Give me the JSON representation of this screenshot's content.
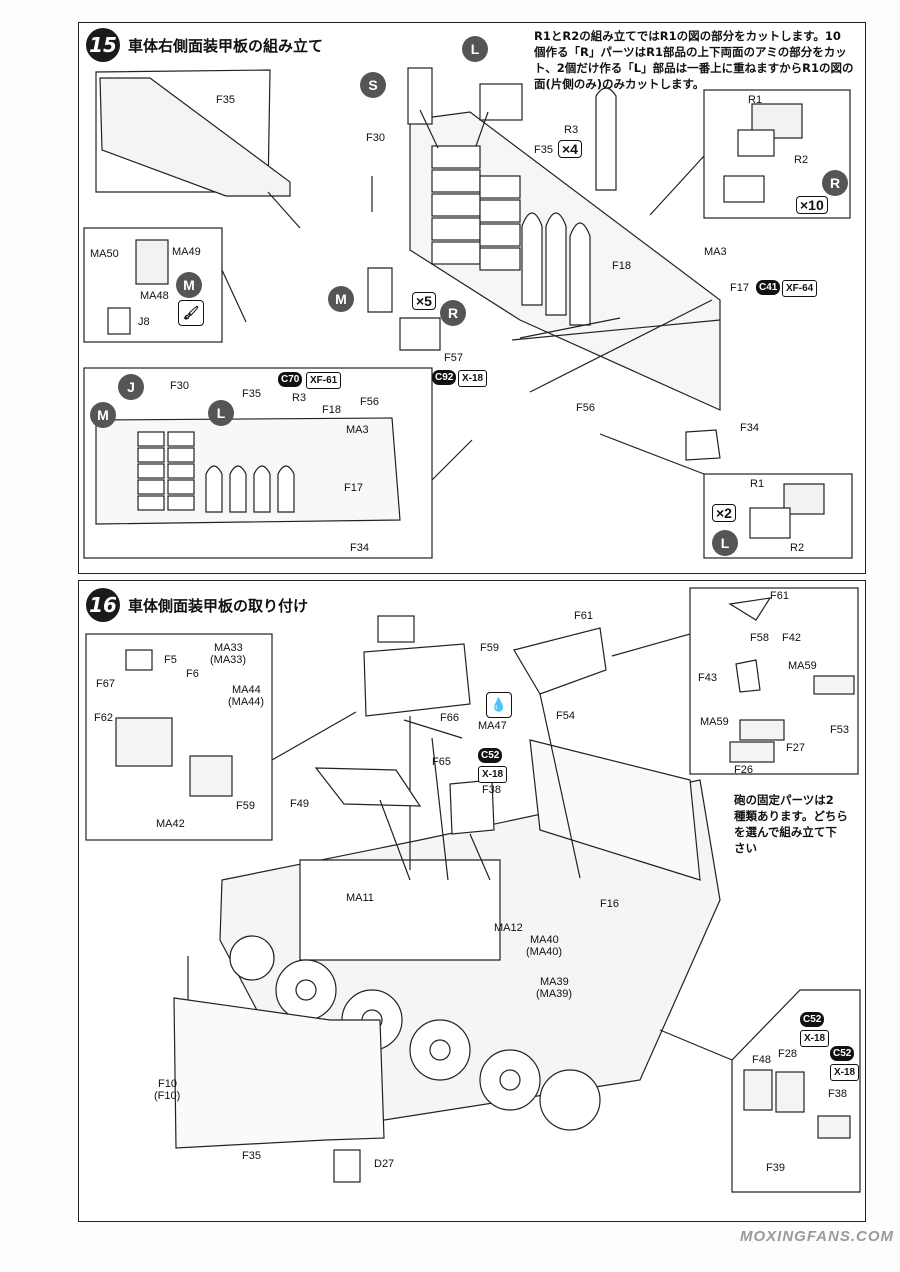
{
  "step15": {
    "number": "15",
    "title": "車体右側面装甲板の組み立て",
    "note": [
      "R1とR2の組み立てではR1の図の部分をカットします。10",
      "個作る「R」パーツはR1部品の上下両面のアミの部分をカッ",
      "ト、2個だけ作る「L」部品は一番上に重ねますからR1の図の",
      "面(片側のみ)のみカットします。"
    ],
    "labels": {
      "f35a": "F35",
      "s": "S",
      "l": "L",
      "f30": "F30",
      "f35b": "F35",
      "r3": "R3",
      "x4": "×4",
      "r1a": "R1",
      "r2a": "R2",
      "r": "R",
      "x10": "×10",
      "ma3": "MA3",
      "f18": "F18",
      "f17": "F17",
      "m": "M",
      "x5": "×5",
      "rb": "R",
      "f57": "F57",
      "f56": "F56",
      "f34": "F34",
      "ma50": "MA50",
      "ma49": "MA49",
      "ma48": "MA48",
      "j8": "J8",
      "mb": "M",
      "j": "J",
      "m2": "M",
      "f30b": "F30",
      "lb": "L",
      "f35c": "F35",
      "r3b": "R3",
      "f18b": "F18",
      "f56b": "F56",
      "ma3b": "MA3",
      "f17b": "F17",
      "f34b": "F34",
      "r1b": "R1",
      "x2": "×2",
      "r2b": "R2",
      "lc": "L"
    },
    "codes": {
      "c41": "C41",
      "xf64": "XF-64",
      "c92": "C92",
      "x18": "X-18",
      "c70": "C70",
      "xf61": "XF-61"
    }
  },
  "step16": {
    "number": "16",
    "title": "車体側面装甲板の取り付け",
    "note": [
      "砲の固定パーツは2",
      "種類あります。どちら",
      "を選んで組み立て下",
      "さい"
    ],
    "labels": {
      "f61": "F61",
      "f59": "F59",
      "f54": "F54",
      "ma47": "MA47",
      "f66": "F66",
      "f65": "F65",
      "f38": "F38",
      "f49": "F49",
      "ma11": "MA11",
      "ma12": "MA12",
      "ma40": "MA40",
      "ma40p": "(MA40)",
      "ma39": "MA39",
      "ma39p": "(MA39)",
      "f16": "F16",
      "f10": "F10",
      "f10p": "(F10)",
      "f35": "F35",
      "d27": "D27",
      "f67": "F67",
      "f5": "F5",
      "f6": "F6",
      "ma33": "MA33",
      "ma33p": "(MA33)",
      "ma44": "MA44",
      "ma44p": "(MA44)",
      "f62": "F62",
      "f59b": "F59",
      "ma42": "MA42",
      "f61b": "F61",
      "f58": "F58",
      "f42": "F42",
      "f43": "F43",
      "ma59": "MA59",
      "ma59b": "MA59",
      "f53": "F53",
      "f27": "F27",
      "f26": "F26",
      "f48": "F48",
      "f28": "F28",
      "f38b": "F38",
      "f39": "F39"
    },
    "codes": {
      "c52": "C52",
      "x18": "X-18",
      "c52b": "C52",
      "x18b": "X-18",
      "c52c": "C52",
      "x18c": "X-18"
    }
  },
  "watermark": "MOXINGFANS.COM"
}
